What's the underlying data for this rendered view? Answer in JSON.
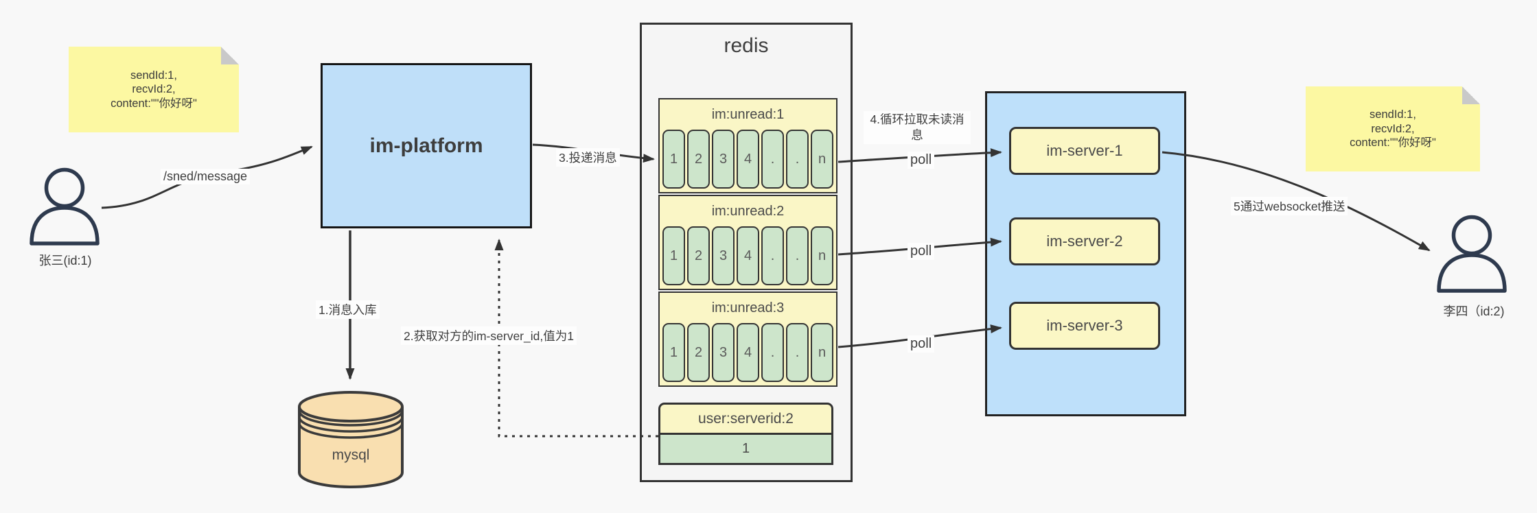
{
  "notes": {
    "left": {
      "lines": [
        "sendId:1,",
        "recvId:2,",
        "content:\"\"你好呀\""
      ]
    },
    "right": {
      "lines": [
        "sendId:1,",
        "recvId:2,",
        "content:\"\"你好呀\""
      ]
    }
  },
  "actors": {
    "sender": {
      "label": "张三(id:1)"
    },
    "receiver": {
      "label": "李四（id:2)"
    }
  },
  "platform": {
    "label": "im-platform"
  },
  "database": {
    "label": "mysql"
  },
  "redis": {
    "title": "redis",
    "queues": [
      {
        "title": "im:unread:1",
        "cells": [
          "1",
          "2",
          "3",
          "4",
          ".",
          ".",
          "n"
        ]
      },
      {
        "title": "im:unread:2",
        "cells": [
          "1",
          "2",
          "3",
          "4",
          ".",
          ".",
          "n"
        ]
      },
      {
        "title": "im:unread:3",
        "cells": [
          "1",
          "2",
          "3",
          "4",
          ".",
          ".",
          "n"
        ]
      }
    ],
    "kv": {
      "title": "user:serverid:2",
      "value": "1"
    }
  },
  "servers": [
    {
      "label": "im-server-1"
    },
    {
      "label": "im-server-2"
    },
    {
      "label": "im-server-3"
    }
  ],
  "edges": {
    "send": "/sned/message",
    "step1": "1.消息入库",
    "step2": "2.获取对方的im-server_id,值为1",
    "step3": "3.投递消息",
    "step4": "4.循环拉取未读消息",
    "step5": "5通过websocket推送",
    "polls": [
      "poll",
      "poll",
      "poll"
    ]
  },
  "colors": {
    "canvas_bg": "#f8f8f8",
    "note_yellow": "#fcf8a2",
    "platform_blue": "#bfdff9",
    "server_panel_blue": "#bee0fa",
    "queue_yellow": "#faf6c6",
    "cell_green": "#cde5cb",
    "server_yellow": "#fbf7c5",
    "mysql_orange": "#f9dfb0",
    "line_dark": "#333333"
  }
}
